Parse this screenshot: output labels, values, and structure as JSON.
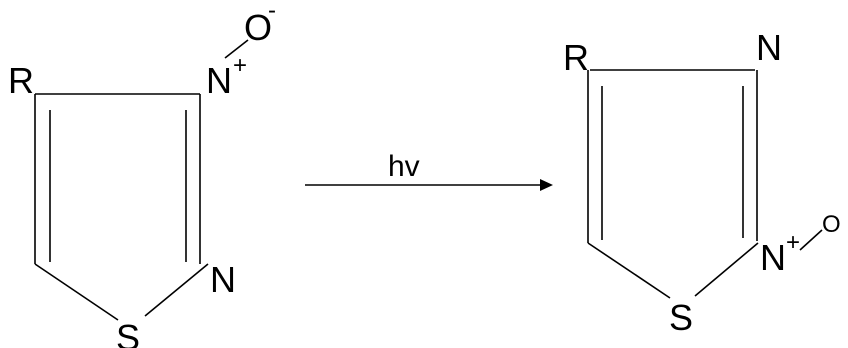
{
  "reactant": {
    "substituent": "R",
    "nitrogen_oxide": "N",
    "nitrogen_oxide_charge": "+",
    "oxygen": "O",
    "oxygen_charge": "-",
    "ring_nitrogen": "N",
    "sulfur": "S"
  },
  "arrow": {
    "condition": "hv"
  },
  "product": {
    "substituent": "R",
    "ring_nitrogen": "N",
    "nitrogen_oxide": "N",
    "nitrogen_oxide_charge": "+",
    "oxygen": "O",
    "sulfur": "S"
  },
  "colors": {
    "ink": "#000000",
    "background": "#ffffff"
  }
}
